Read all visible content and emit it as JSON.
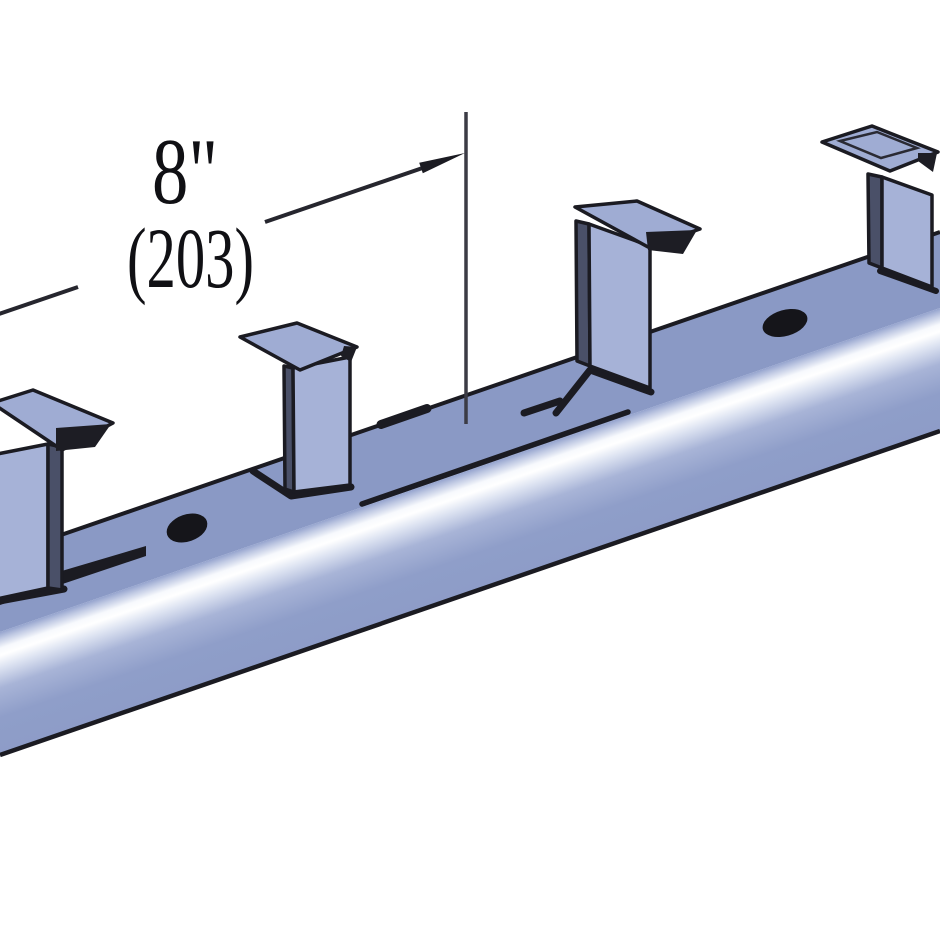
{
  "diagram": {
    "description": "Isometric drawing of a metal channel with punched-up tabs spaced along its length",
    "dimension": {
      "inches": "8\"",
      "metric": "(203)"
    }
  },
  "colors": {
    "steel": "#8C9BC7",
    "steel_top": "#8A99C5",
    "steel_light": "#A6B2D7",
    "steel_flange": "#9FACD3",
    "steel_side": "#4A5068",
    "outline": "#1B1B22",
    "hole": "#15151A",
    "dimension_line": "#26262E",
    "extension_line": "#3B3B45",
    "background": "#FFFFFF"
  }
}
